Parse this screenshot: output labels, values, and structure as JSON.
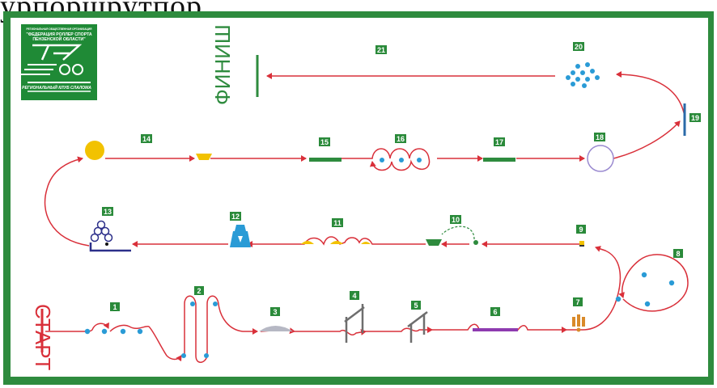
{
  "header": {
    "text": "урпоршрутпор"
  },
  "colors": {
    "frame": "#2e8b3e",
    "route": "#d9303a",
    "station": "#2a8a3a",
    "cone": "#2a9bd6",
    "yellow": "#f2c200"
  },
  "logo": {
    "top_small": "РЕГИОНАЛЬНАЯ ОБЩЕСТВЕННАЯ ОРГАНИЗАЦИЯ",
    "line1": "\"ФЕДЕРАЦИЯ РОЛЛЕР СПОРТА",
    "line2": "ПЕНЗЕНСКОЙ ОБЛАСТИ\"",
    "bottom": "РЕГИОНАЛЬНЫЙ КЛУБ СЛАЛОМА"
  },
  "start_label": "СТАРТ",
  "finish_label": "ФИНИШ",
  "stations": [
    "1",
    "2",
    "3",
    "4",
    "5",
    "6",
    "7",
    "8",
    "9",
    "10",
    "11",
    "12",
    "13",
    "14",
    "15",
    "16",
    "17",
    "18",
    "19",
    "20",
    "21"
  ]
}
